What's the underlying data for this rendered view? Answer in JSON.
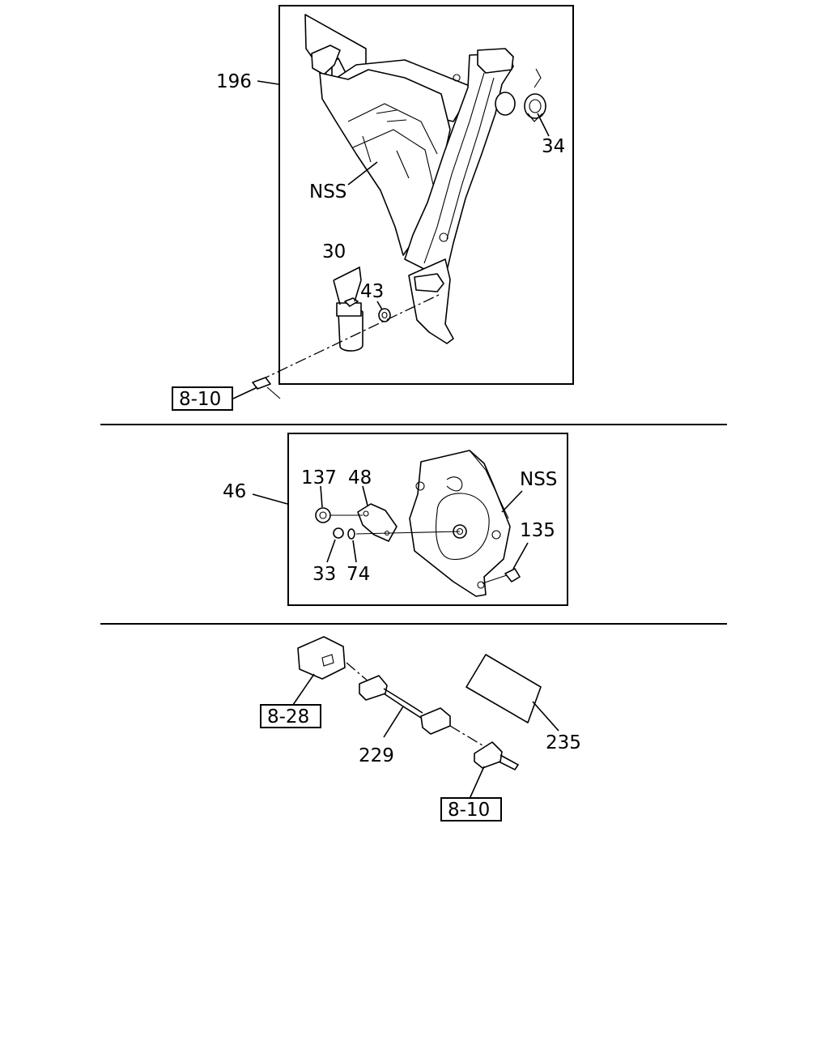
{
  "labels": {
    "p196": "196",
    "p34": "34",
    "nss_top": "NSS",
    "p30": "30",
    "p43": "43",
    "ref_top": "8-10",
    "p46": "46",
    "p137": "137",
    "p48": "48",
    "nss_mid": "NSS",
    "p135": "135",
    "p33": "33",
    "p74": "74",
    "ref_828": "8-28",
    "p229": "229",
    "p235": "235",
    "ref_bottom": "8-10"
  }
}
